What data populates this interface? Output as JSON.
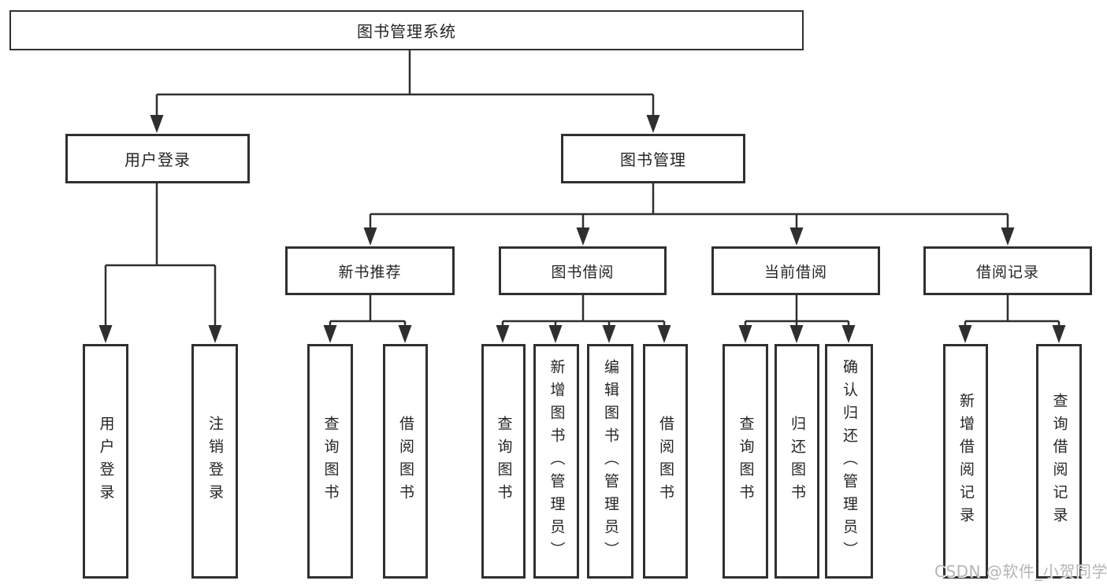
{
  "root": {
    "label": "图书管理系统"
  },
  "login_branch": {
    "label": "用户登录",
    "children": [
      {
        "label": "用户登录"
      },
      {
        "label": "注销登录"
      }
    ]
  },
  "mgmt_branch": {
    "label": "图书管理",
    "sections": [
      {
        "label": "新书推荐",
        "children": [
          {
            "label": "查询图书"
          },
          {
            "label": "借阅图书"
          }
        ]
      },
      {
        "label": "图书借阅",
        "children": [
          {
            "label": "查询图书"
          },
          {
            "label": "新增图书（管理员）"
          },
          {
            "label": "编辑图书（管理员）"
          },
          {
            "label": "借阅图书"
          }
        ]
      },
      {
        "label": "当前借阅",
        "children": [
          {
            "label": "查询图书"
          },
          {
            "label": "归还图书"
          },
          {
            "label": "确认归还（管理员）"
          }
        ]
      },
      {
        "label": "借阅记录",
        "children": [
          {
            "label": "新增借阅记录"
          },
          {
            "label": "查询借阅记录"
          }
        ]
      }
    ]
  },
  "watermark": {
    "text": "CSDN @软件_小贺同学"
  },
  "colors": {
    "line": "#2f2f2f",
    "box_border": "#303030",
    "text": "#252525",
    "background": "#ffffff",
    "watermark": "#b5b5b5"
  }
}
